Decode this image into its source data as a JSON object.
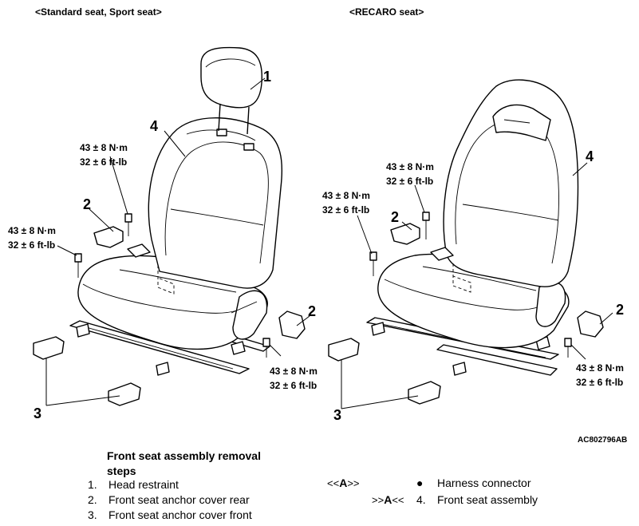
{
  "captions": {
    "standard": "<Standard seat, Sport seat>",
    "recaro": "<RECARO seat>"
  },
  "torque": {
    "line1": "43 ± 8 N·m",
    "line2": "32 ± 6 ft-lb"
  },
  "callouts": {
    "head_restraint": "1",
    "anchor_cover_rear": "2",
    "anchor_cover_front": "3",
    "seat_assembly": "4"
  },
  "figure_id": "AC802796AB",
  "steps": {
    "title": "Front seat assembly removal steps",
    "items": [
      {
        "num": "1.",
        "label": "Head restraint"
      },
      {
        "num": "2.",
        "label": "Front seat anchor cover rear"
      },
      {
        "num": "3.",
        "label": "Front seat anchor cover front"
      }
    ],
    "notes": [
      {
        "marker_pre": "<<",
        "marker_key": "A",
        "marker_post": ">>",
        "num": "●",
        "label": "Harness connector"
      },
      {
        "marker_pre": ">>",
        "marker_key": "A",
        "marker_post": "<<",
        "num": "4.",
        "label": "Front seat assembly"
      }
    ]
  }
}
